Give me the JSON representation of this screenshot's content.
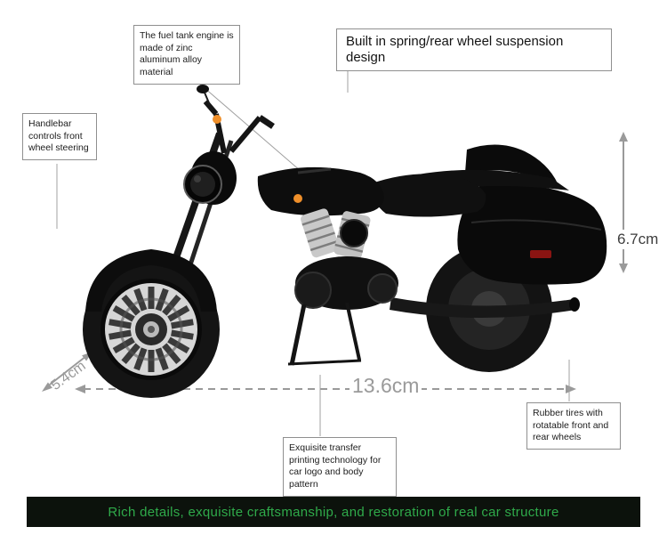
{
  "callouts": {
    "fuel_tank": {
      "text": "The fuel tank engine is made of zinc aluminum alloy material"
    },
    "suspension": {
      "text": "Built in spring/rear wheel suspension design"
    },
    "handlebar": {
      "text": "Handlebar controls front wheel steering"
    },
    "rubber_tires": {
      "text": "Rubber tires with rotatable front and rear wheels"
    },
    "transfer_printing": {
      "text": "Exquisite transfer printing technology for car logo and body pattern"
    }
  },
  "dimensions": {
    "height_label": "6.7cm",
    "depth_label": "5.4cm",
    "length_label": "13.6cm"
  },
  "banner": {
    "text": "Rich details, exquisite craftsmanship, and restoration of real car structure",
    "text_color": "#2faa4a",
    "background_color": "#0c120c"
  },
  "colors": {
    "annotation_line": "#9a9a9a",
    "callout_border": "#8f8f8f",
    "signal_orange": "#ef8f2a",
    "reflector_red": "#8a1412"
  }
}
